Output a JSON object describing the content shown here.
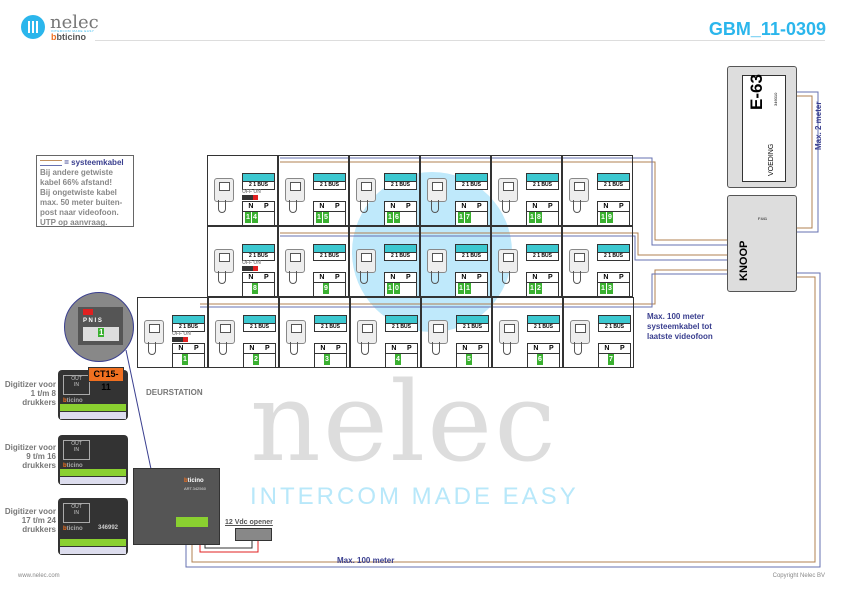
{
  "header": {
    "brand": "nelec",
    "brand_tagline": "INTERCOM MADE EASY",
    "partner": "bticino",
    "doc_title": "GBM_11-0309"
  },
  "legend": {
    "key": "= systeemkabel",
    "lines": [
      "Bij andere getwiste",
      "kabel 66% afstand!",
      "Bij ongetwiste kabel",
      "max. 50 meter buiten-",
      "post naar videofoon.",
      "UTP op aanvraag."
    ]
  },
  "colors": {
    "accent": "#2bb6ec",
    "wire_brown": "#b08050",
    "wire_blue": "#6670b0",
    "green": "#3ab030",
    "orange": "#f07020"
  },
  "videophone": {
    "term_label": "2 1 BUS",
    "n_label": "N",
    "p_label": "P",
    "switch_label": "OFF ON"
  },
  "grid": {
    "row1": [
      "14",
      "15",
      "16",
      "17",
      "18",
      "19"
    ],
    "row2": [
      "8",
      "9",
      "10",
      "11",
      "12",
      "13"
    ],
    "row3": [
      "1",
      "2",
      "3",
      "4",
      "5",
      "6",
      "7"
    ]
  },
  "zoom_detail": {
    "terminals": "P N I S",
    "number": "1"
  },
  "digitizers": [
    {
      "label": "Digitizer voor 1 t/m 8 drukkers",
      "badge": "CT15-11"
    },
    {
      "label": "Digitizer voor 9 t/m 16 drukkers"
    },
    {
      "label": "Digitizer voor 17 t/m 24 drukkers",
      "code": "346992"
    }
  ],
  "digitizer_io": {
    "out": "OUT",
    "in": "IN"
  },
  "door_station": {
    "label": "DEURSTATION",
    "code": "ART.342560"
  },
  "opener": {
    "label": "12 Vdc opener"
  },
  "power": {
    "name": "E-63",
    "code": "346010",
    "subtitle": "VOEDING"
  },
  "distributor": {
    "name": "KNOOP",
    "code": "F441"
  },
  "notes": {
    "max2": "Max. 2 meter",
    "max100_sys": [
      "Max. 100 meter",
      "systeemkabel tot",
      "laatste videofoon"
    ],
    "max100": "Max. 100 meter"
  },
  "watermark": {
    "text": "nelec",
    "sub": "INTERCOM MADE EASY"
  },
  "footer": {
    "url": "www.nelec.com",
    "copyright": "Copyright Nelec BV"
  }
}
